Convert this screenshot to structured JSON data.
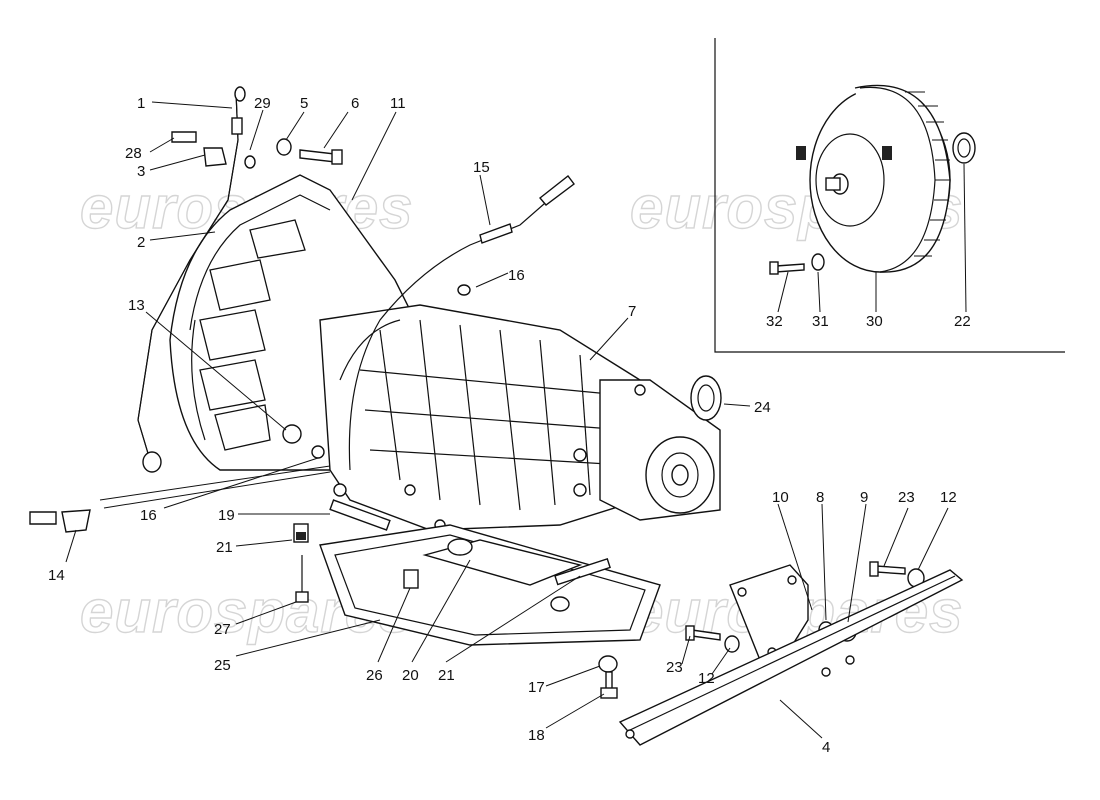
{
  "watermarks": [
    {
      "id": "wm1",
      "text": "eurospares"
    },
    {
      "id": "wm2",
      "text": "eurospares"
    },
    {
      "id": "wm3",
      "text": "eurospares"
    },
    {
      "id": "wm4",
      "text": "eurospares"
    }
  ],
  "callouts": [
    {
      "id": "c1",
      "label": "1"
    },
    {
      "id": "c29",
      "label": "29"
    },
    {
      "id": "c5",
      "label": "5"
    },
    {
      "id": "c6",
      "label": "6"
    },
    {
      "id": "c11",
      "label": "11"
    },
    {
      "id": "c28",
      "label": "28"
    },
    {
      "id": "c3",
      "label": "3"
    },
    {
      "id": "c2",
      "label": "2"
    },
    {
      "id": "c15",
      "label": "15"
    },
    {
      "id": "c16a",
      "label": "16"
    },
    {
      "id": "c13",
      "label": "13"
    },
    {
      "id": "c7",
      "label": "7"
    },
    {
      "id": "c24",
      "label": "24"
    },
    {
      "id": "c16b",
      "label": "16"
    },
    {
      "id": "c19",
      "label": "19"
    },
    {
      "id": "c14",
      "label": "14"
    },
    {
      "id": "c21a",
      "label": "21"
    },
    {
      "id": "c27",
      "label": "27"
    },
    {
      "id": "c25",
      "label": "25"
    },
    {
      "id": "c26",
      "label": "26"
    },
    {
      "id": "c20",
      "label": "20"
    },
    {
      "id": "c21b",
      "label": "21"
    },
    {
      "id": "c17",
      "label": "17"
    },
    {
      "id": "c18",
      "label": "18"
    },
    {
      "id": "c10",
      "label": "10"
    },
    {
      "id": "c8",
      "label": "8"
    },
    {
      "id": "c9",
      "label": "9"
    },
    {
      "id": "c23a",
      "label": "23"
    },
    {
      "id": "c12a",
      "label": "12"
    },
    {
      "id": "c23b",
      "label": "23"
    },
    {
      "id": "c12b",
      "label": "12"
    },
    {
      "id": "c4",
      "label": "4"
    },
    {
      "id": "c32",
      "label": "32"
    },
    {
      "id": "c31",
      "label": "31"
    },
    {
      "id": "c30",
      "label": "30"
    },
    {
      "id": "c22",
      "label": "22"
    }
  ]
}
